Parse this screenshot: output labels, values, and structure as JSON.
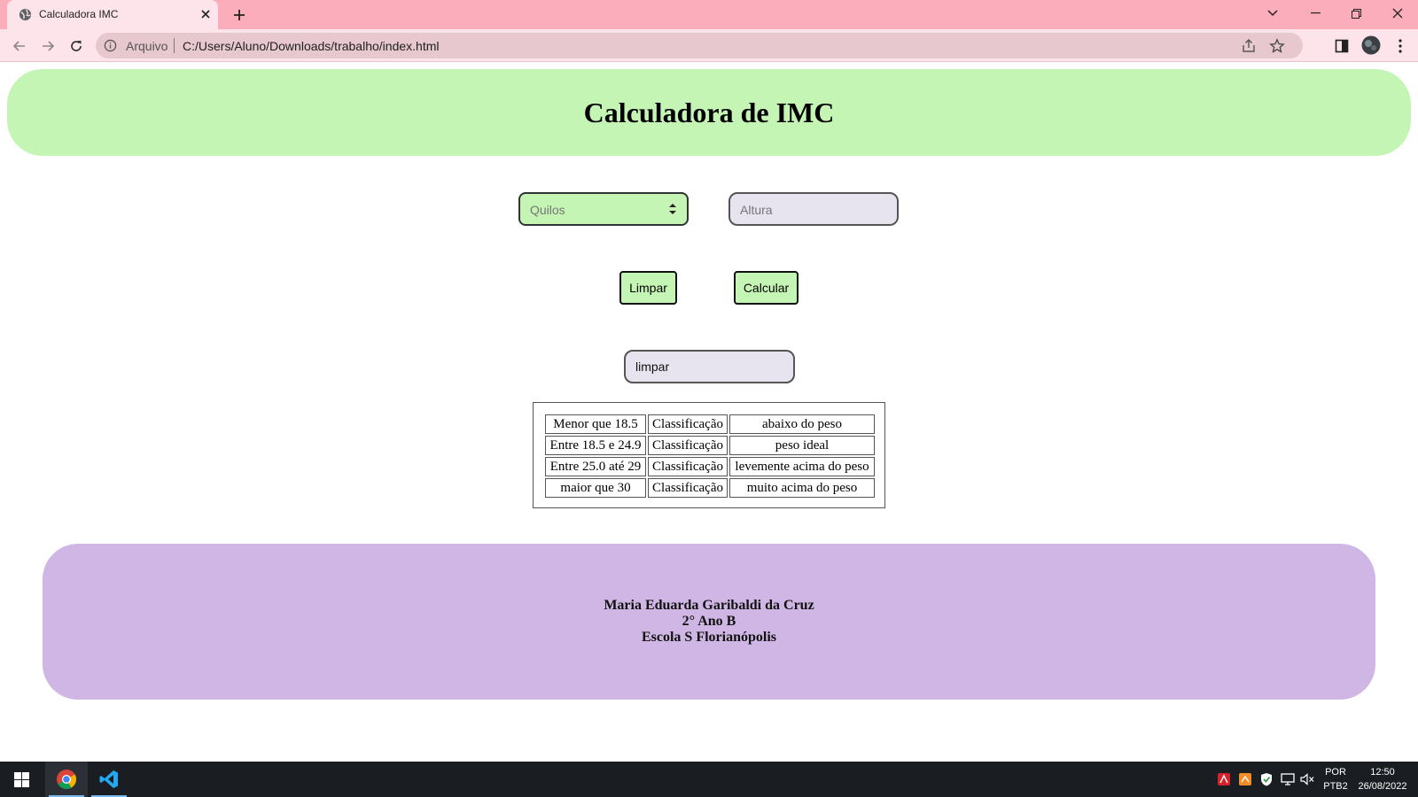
{
  "browser": {
    "tab_title": "Calculadora IMC",
    "omnibox": {
      "scheme_label": "Arquivo",
      "url": "C:/Users/Aluno/Downloads/trabalho/index.html"
    },
    "icons": {
      "favicon": "globe-icon",
      "tab_close": "close-icon",
      "new_tab": "plus-icon",
      "tab_search": "chevron-down-icon",
      "minimize": "minimize-icon",
      "restore": "restore-icon",
      "close_window": "close-icon",
      "back": "arrow-left-icon",
      "forward": "arrow-right-icon",
      "reload": "reload-icon",
      "site_info": "info-icon",
      "share": "share-icon",
      "bookmark": "star-icon",
      "side_panel": "side-panel-icon",
      "profile": "avatar-icon",
      "menu": "kebab-menu-icon"
    }
  },
  "page": {
    "title": "Calculadora de IMC",
    "weight_select": {
      "placeholder": "Quilos"
    },
    "height_input": {
      "placeholder": "Altura"
    },
    "buttons": {
      "clear": "Limpar",
      "calculate": "Calcular"
    },
    "result_field": {
      "value": "limpar"
    },
    "bmi_table": [
      [
        "Menor que 18.5",
        "Classificação",
        "abaixo do peso"
      ],
      [
        "Entre 18.5 e 24.9",
        "Classificação",
        "peso ideal"
      ],
      [
        "Entre 25.0 até 29",
        "Classificação",
        "levemente acima do peso"
      ],
      [
        "maior que 30",
        "Classificação",
        "muito acima do peso"
      ]
    ],
    "footer": {
      "name": "Maria Eduarda Garibaldi da Cruz",
      "class": "2° Ano B",
      "school": "Escola S Florianópolis"
    }
  },
  "taskbar": {
    "apps": [
      "chrome-icon",
      "vscode-icon"
    ],
    "tray_language": "POR",
    "tray_layout": "PTB2",
    "time": "12:50",
    "date": "26/08/2022"
  },
  "colors": {
    "tab_strip": "#fcadbb",
    "toolbar": "#fce4ea",
    "header_green": "#c5f5b4",
    "footer_purple": "#cfb6e4",
    "input_lilac": "#e8e4ef",
    "taskbar": "#1a1d21"
  }
}
